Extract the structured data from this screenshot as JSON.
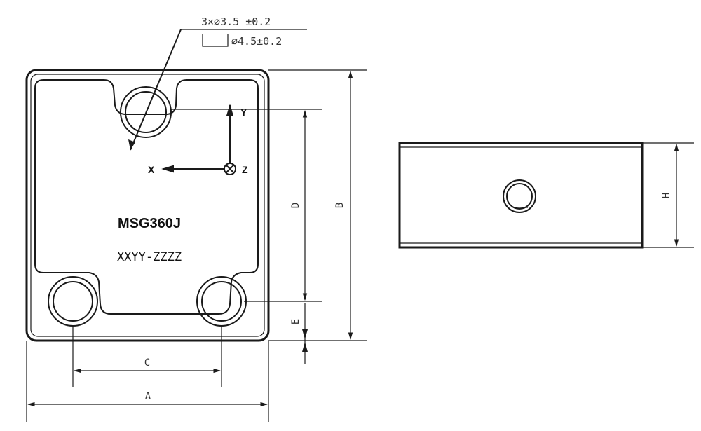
{
  "hole_note": {
    "line1": "3×∅3.5 ±0.2",
    "line2": "∅4.5±0.2"
  },
  "body_text": {
    "model": "MSG360J",
    "serial": "XXYY-ZZZZ"
  },
  "axes": {
    "x": "X",
    "y": "Y",
    "z": "Z"
  },
  "dimensions": {
    "a": "A",
    "b": "B",
    "c": "C",
    "d": "D",
    "e": "E",
    "h": "H"
  },
  "colors": {
    "line": "#1a1a1a",
    "background": "#ffffff"
  }
}
